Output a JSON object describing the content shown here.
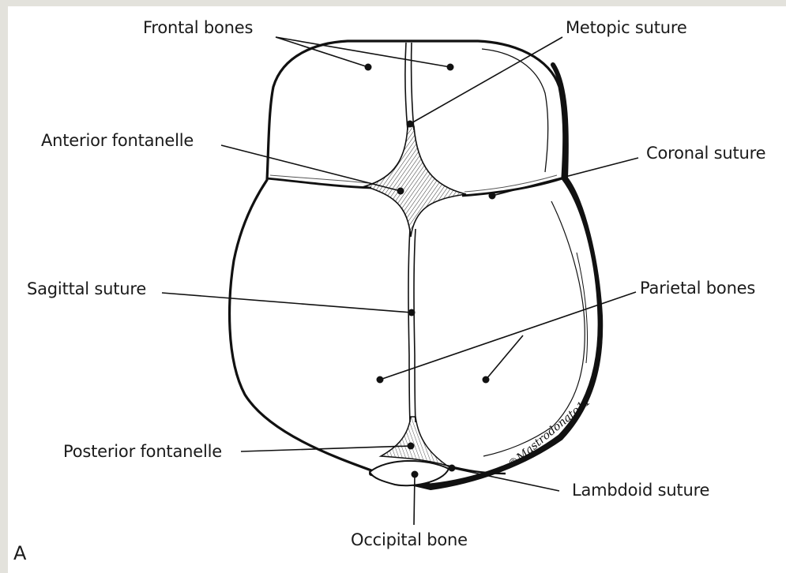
{
  "figure": {
    "panel_letter": "A",
    "signature": "©Mastrodonato11"
  },
  "labels": {
    "frontal_bones": "Frontal bones",
    "metopic_suture": "Metopic suture",
    "anterior_fontanelle": "Anterior fontanelle",
    "coronal_suture": "Coronal suture",
    "sagittal_suture": "Sagittal suture",
    "parietal_bones": "Parietal bones",
    "posterior_fontanelle": "Posterior fontanelle",
    "lambdoid_suture": "Lambdoid suture",
    "occipital_bone": "Occipital bone"
  },
  "colors": {
    "ink": "#111111",
    "background": "#e3e2dc",
    "panel": "#ffffff"
  }
}
